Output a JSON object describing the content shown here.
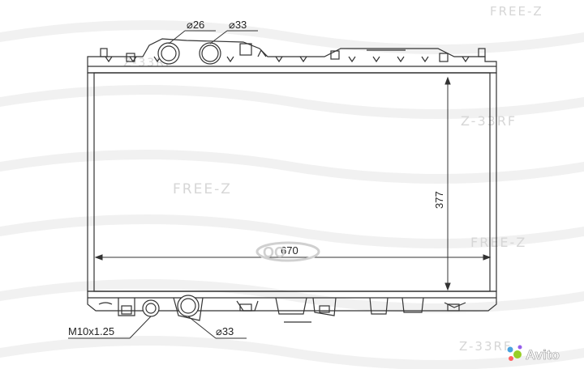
{
  "watermarks": {
    "brand": "FREE-Z",
    "brand_mirrored": "Z-33RF"
  },
  "dimensions": {
    "inlet_small": "⌀26",
    "inlet_large": "⌀33",
    "outlet": "⌀33",
    "thread": "M10x1.25",
    "width": "670",
    "height": "377"
  },
  "marketplace": {
    "name": "Avito"
  },
  "colors": {
    "line": "#333333",
    "watermark": "#d8d8d8",
    "avito_blue": "#4aa3df",
    "avito_green": "#97cf26",
    "avito_red": "#ff6163",
    "avito_purple": "#965eeb"
  }
}
